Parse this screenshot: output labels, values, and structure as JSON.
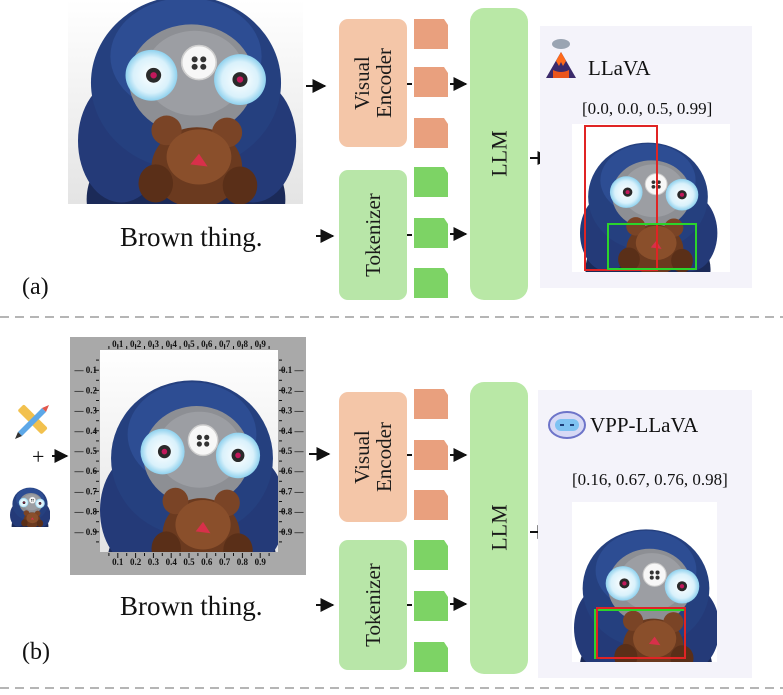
{
  "panel_a": {
    "label": "(a)",
    "prompt": "Brown thing.",
    "encoder_label": "Visual\nEncoder",
    "tokenizer_label": "Tokenizer",
    "llm_label": "LLM",
    "model_name": "LLaVA",
    "bbox_text": "[0.0, 0.0, 0.5, 0.99]"
  },
  "panel_b": {
    "label": "(b)",
    "prompt": "Brown thing.",
    "plus": "+",
    "encoder_label": "Visual\nEncoder",
    "tokenizer_label": "Tokenizer",
    "llm_label": "LLM",
    "model_name": "VPP-LLaVA",
    "bbox_text": "[0.16, 0.67, 0.76, 0.98]",
    "ruler_ticks": [
      "0.1",
      "0.2",
      "0.3",
      "0.4",
      "0.5",
      "0.6",
      "0.7",
      "0.8",
      "0.9"
    ]
  },
  "colors": {
    "encoder": "#f4c6a8",
    "encoder_token": "#e9a07e",
    "tokenizer": "#b8e6a8",
    "text_token": "#7dd365",
    "llm": "#b9e8a6",
    "output_panel": "#f4f3fa",
    "box_red": "#e02424",
    "box_green": "#2bd42b",
    "ruler_gray": "#a9a9a9"
  }
}
